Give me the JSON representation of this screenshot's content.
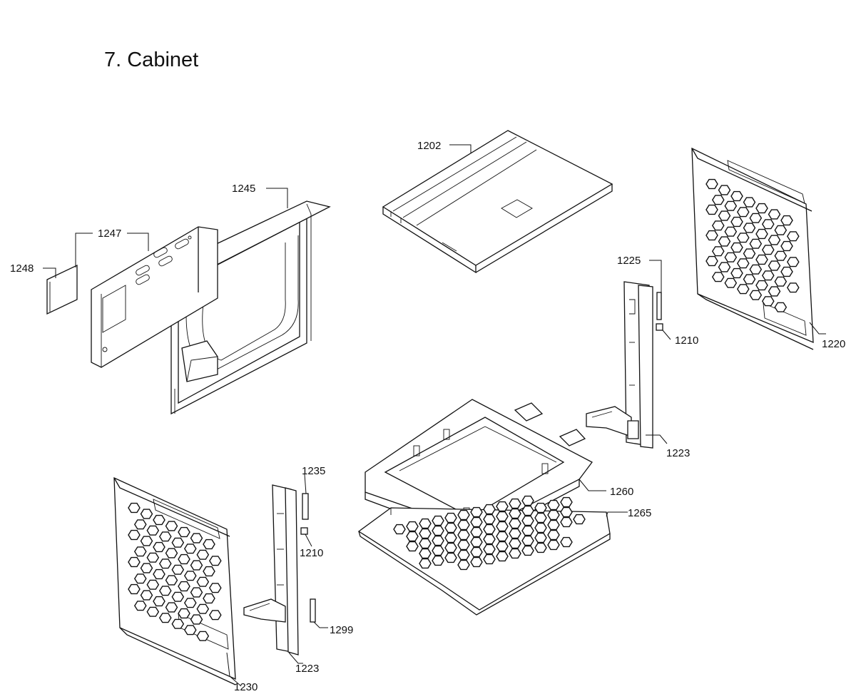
{
  "title": "7. Cabinet",
  "callouts": {
    "top_panel": "1202",
    "rear_duct": "1245",
    "rear_cover": "1247",
    "rear_plate": "1248",
    "right_rail_clip": "1225",
    "right_rail_bolt": "1210",
    "right_side_panel": "1220",
    "right_rail": "1223",
    "left_rail_clip": "1235",
    "left_rail_bolt": "1210",
    "front_frame": "1260",
    "base_panel": "1265",
    "left_rail_pad": "1299",
    "left_rail": "1223",
    "left_side_panel": "1230"
  }
}
